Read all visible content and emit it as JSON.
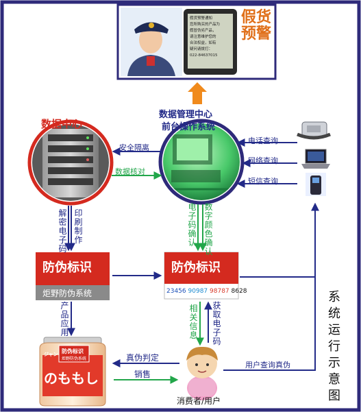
{
  "alert_banner": {
    "title": "假货预警",
    "phone_screen_lines": [
      "假货预警通知",
      "您所购买的产品为",
      "假冒伪劣产品，",
      "请注意维护您的",
      "合法权益，如有",
      "疑问请拨打：",
      "022-84637015"
    ]
  },
  "nodes": {
    "data_center": "数据中心",
    "mgmt_center": "数据管理中心",
    "front_system": "前台操作系统",
    "consumer": "消费者/用户"
  },
  "queries": {
    "phone": "电话查询",
    "network": "网络查询",
    "sms": "短信查询"
  },
  "arrows": {
    "security_isolation": "安全隔离",
    "data_check": "数据核对",
    "decrypt_code": "解密电子码",
    "print_make": "印刷制作",
    "code_confirm": "电子码确认",
    "digit_color_confirm": "数字颜色确认",
    "product_apply": "产品应用",
    "related_info": "相关信息",
    "get_code": "获取电子码",
    "authenticity": "真伪判定",
    "sales": "销售",
    "user_query": "用户查询真伪"
  },
  "labels": {
    "left": {
      "title": "防伪标识",
      "footer": "炬野防伪系统"
    },
    "right": {
      "title": "防伪标识",
      "code_groups": [
        {
          "text": "23456",
          "color": "#1a4fb8"
        },
        {
          "text": "90987",
          "color": "#1a8ad0"
        },
        {
          "text": "98787",
          "color": "#d83a2a"
        },
        {
          "text": "8628",
          "color": "#111111"
        }
      ]
    }
  },
  "product": {
    "sticker_title": "防伪标识",
    "sticker_sub": "炬野防伪系统",
    "big_text": "のももし",
    "brand_small": "ジャン"
  },
  "side_caption": "系统运行示意图",
  "colors": {
    "frame": "#2e2a7a",
    "arrow_blue": "#222a88",
    "arrow_green": "#22a64a",
    "label_red": "#d42a1f",
    "orange": "#f08a1c"
  }
}
